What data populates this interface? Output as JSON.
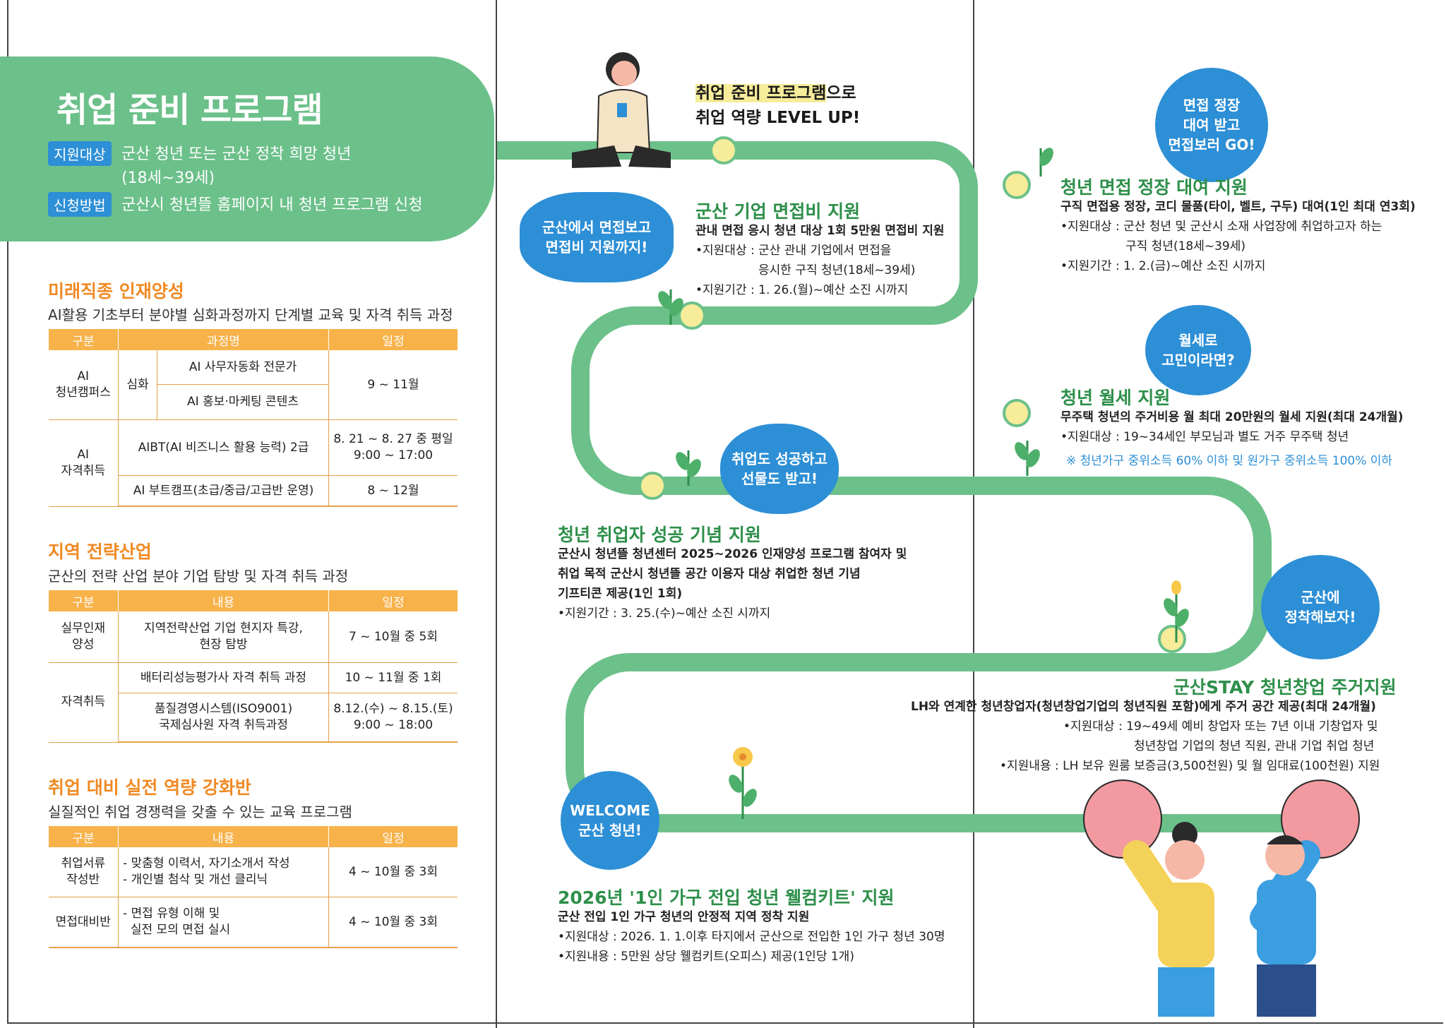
{
  "banner": {
    "title": "취업 준비 프로그램",
    "target_tag": "지원대상",
    "target_text": "군산 청년 또는 군산 정착 희망 청년",
    "target_age": "(18세~39세)",
    "method_tag": "신청방법",
    "method_text": "군산시 청년뜰 홈페이지 내 청년 프로그램 신청"
  },
  "section1": {
    "title": "미래직종 인재양성",
    "subtitle": "AI활용 기초부터 분야별 심화과정까지 단계별 교육 및 자격 취득 과정",
    "headers": [
      "구분",
      "과정명",
      "일정"
    ],
    "r1_cat": "AI\n청년캠퍼스",
    "r1_sub": "심화",
    "r1_c1": "AI 사무자동화 전문가",
    "r1_c2": "AI 홍보·마케팅 콘텐츠",
    "r1_sched": "9 ~ 11월",
    "r2_cat": "AI\n자격취득",
    "r2_c1": "AIBT(AI 비즈니스 활용 능력) 2급",
    "r2_sched1": "8. 21 ~ 8. 27 중 평일\n9:00 ~ 17:00",
    "r2_c2": "AI 부트캠프(초급/중급/고급반 운영)",
    "r2_sched2": "8 ~ 12월"
  },
  "section2": {
    "title": "지역 전략산업",
    "subtitle": "군산의 전략 산업 분야 기업 탐방 및 자격 취득 과정",
    "headers": [
      "구분",
      "내용",
      "일정"
    ],
    "r1_cat": "실무인재\n양성",
    "r1_c": "지역전략산업 기업 현지자 특강,\n현장 탐방",
    "r1_s": "7 ~ 10월 중 5회",
    "r2_cat": "자격취득",
    "r2_c1": "배터리성능평가사 자격 취득 과정",
    "r2_s1": "10 ~ 11월 중 1회",
    "r2_c2": "품질경영시스템(ISO9001)\n국제심사원 자격 취득과정",
    "r2_s2": "8.12.(수) ~ 8.15.(토)\n9:00 ~ 18:00"
  },
  "section3": {
    "title": "취업 대비 실전 역량 강화반",
    "subtitle": "실질적인 취업 경쟁력을 갖출 수 있는 교육 프로그램",
    "headers": [
      "구분",
      "내용",
      "일정"
    ],
    "r1_cat": "취업서류\n작성반",
    "r1_c": "- 맞춤형 이력서, 자기소개서 작성\n- 개인별 첨삭 및 개선 클리닉",
    "r1_s": "4 ~ 10월 중 3회",
    "r2_cat": "면접대비반",
    "r2_c": "- 면접 유형 이해 및\n  실전 모의 면접 실시",
    "r2_s": "4 ~ 10월 중 3회"
  },
  "intro": {
    "line1_hl": "취업 준비 프로그램",
    "line1_rest": "으로",
    "line2": "취업 역량 LEVEL UP!"
  },
  "bubbles": {
    "b1": "군산에서 면접보고\n면접비 지원까지!",
    "b2": "취업도 성공하고\n선물도 받고!",
    "b3": "WELCOME\n군산 청년!",
    "b4": "면접 정장\n대여 받고\n면접보러 GO!",
    "b5": "월세로\n고민이라면?",
    "b6": "군산에\n정착해보자!"
  },
  "p1": {
    "title": "군산 기업 면접비 지원",
    "l1": "관내 면접 응시 청년 대상 1회 5만원 면접비 지원",
    "l2": "•지원대상 : 군산 관내 기업에서 면접을",
    "l3": "응시한 구직 청년(18세~39세)",
    "l4": "•지원기간 : 1. 26.(월)~예산 소진 시까지"
  },
  "p2": {
    "title": "청년 취업자 성공 기념 지원",
    "l1": "군산시 청년뜰 청년센터 2025~2026 인재양성 프로그램 참여자 및",
    "l2": "취업 목적 군산시 청년뜰 공간 이용자 대상 취업한 청년 기념",
    "l3": "기프티콘 제공(1인 1회)",
    "l4": "•지원기간 : 3. 25.(수)~예산 소진 시까지"
  },
  "p3": {
    "title": "2026년 '1인 가구 전입 청년 웰컴키트' 지원",
    "l1": "군산 전입 1인 가구 청년의 안정적 지역 정착 지원",
    "l2": "•지원대상 : 2026. 1. 1.이후 타지에서 군산으로 전입한 1인 가구 청년 30명",
    "l3": "•지원내용 : 5만원 상당 웰컴키트(오피스) 제공(1인당 1개)"
  },
  "p4": {
    "title": "청년 면접 정장 대여 지원",
    "l1": "구직 면접용 정장, 코디 물품(타이, 벨트, 구두) 대여(1인 최대 연3회)",
    "l2": "•지원대상 : 군산 청년 및 군산시 소재 사업장에 취업하고자 하는",
    "l3": "구직 청년(18세~39세)",
    "l4": "•지원기간 : 1. 2.(금)~예산 소진 시까지"
  },
  "p5": {
    "title": "청년 월세 지원",
    "l1": "무주택 청년의 주거비용 월 최대 20만원의 월세 지원(최대 24개월)",
    "l2": "•지원대상 : 19~34세인 부모님과 별도 거주 무주택 청년",
    "note": "※ 청년가구 중위소득 60% 이하 및 원가구 중위소득 100% 이하"
  },
  "p6": {
    "title": "군산STAY 청년창업 주거지원",
    "l1": "LH와 연계한 청년창업자(청년창업기업의 청년직원 포함)에게 주거 공간 제공(최대 24개월)",
    "l2": "•지원대상 : 19~49세 예비 창업자 또는 7년 이내 기창업자 및",
    "l3": "청년창업 기업의 청년 직원, 관내 기업 취업 청년",
    "l4": "•지원내용 : LH 보유 원룸 보증금(3,500천원) 및 월 임대료(100천원) 지원"
  },
  "colors": {
    "green": "#6cc08a",
    "blue": "#2d8fd6",
    "orange": "#f7b24a",
    "dot": "#f6ec9a"
  }
}
